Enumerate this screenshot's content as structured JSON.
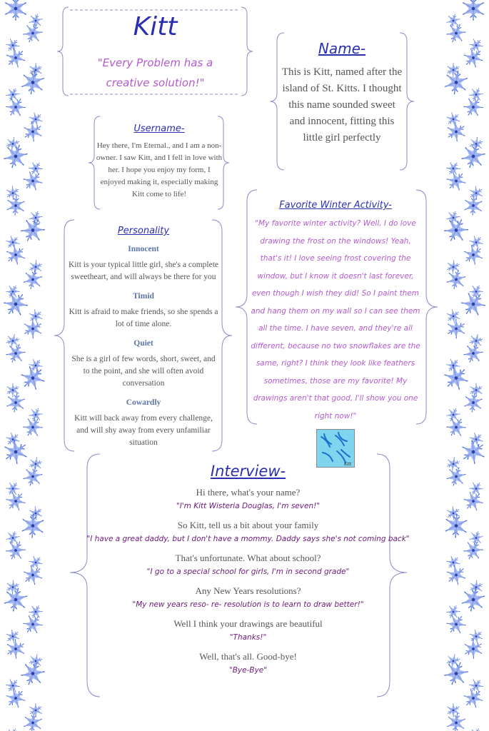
{
  "title": {
    "name": "Kitt",
    "quote": "\"Every Problem has a creative solution!\""
  },
  "name_section": {
    "heading": "Name-",
    "text": "This is Kitt, named after the island of St. Kitts. I thought this name sounded sweet and innocent, fitting this little girl perfectly"
  },
  "username_section": {
    "heading": "Username-",
    "text": "Hey there, I'm Eternal., and I am a non-owner. I saw Kitt, and I fell in love with her. I hope you enjoy my form,  I enjoyed making it, especially making Kitt come to life!"
  },
  "winter_section": {
    "heading": "Favorite Winter Activity-",
    "text": "\"My favorite winter activity? Well, I do love drawing the frost on the windows! Yeah, that's it! I love seeing frost covering the window, but I know it doesn't last forever, even though I wish they did! So I paint them and hang them on my wall so I can see them all the time. I have seven, and they're all different, because no two snowflakes are the same, right? I think they look like feathers sometimes, those are my favorite! My drawings aren't that good, I'll show you one right now!\"",
    "drawing_signature": "Kitt"
  },
  "personality_section": {
    "heading": "Personality",
    "traits": [
      {
        "name": "Innocent",
        "text": "Kitt is your typical little girl, she's a complete sweetheart, and will always be there for you"
      },
      {
        "name": "Timid",
        "text": "Kitt is afraid to make friends, so she spends a lot of time alone."
      },
      {
        "name": "Quiet",
        "text": "She is a girl of few words, short, sweet, and to the point, and she will often avoid conversation"
      },
      {
        "name": "Cowardly",
        "text": "Kitt will back away from every challenge, and will shy away from every unfamiliar situation"
      }
    ]
  },
  "interview_section": {
    "heading": "Interview-",
    "qa": [
      {
        "q": "Hi there, what's your name?",
        "a": "\"I'm Kitt Wisteria Douglas, I'm seven!\""
      },
      {
        "q": "So Kitt, tell us a bit about your family",
        "a": "\"I have a great daddy, but I don't have a mommy. Daddy says she's not coming back\""
      },
      {
        "q": "That's unfortunate. What about school?",
        "a": "\"I go to a special school for girls, I'm in second grade\""
      },
      {
        "q": "Any New Years resolutions?",
        "a": "\"My new years reso- re- resolution is to learn to draw better!\""
      },
      {
        "q": "Well I think your drawings are beautiful",
        "a": "\"Thanks!\""
      },
      {
        "q": "Well, that's all. Good-bye!",
        "a": "\"Bye-Bye\""
      }
    ]
  },
  "colors": {
    "heading_blue": "#2a2fb0",
    "quote_lavender": "#b35ad0",
    "answer_plum": "#6c1a7a",
    "subheading_slate": "#5b74a8",
    "snowflake_blue": "#4a6cd8"
  },
  "decor": {
    "left_border_icon": "snowflake-vine-icon",
    "right_border_icon": "snowflake-vine-icon"
  }
}
